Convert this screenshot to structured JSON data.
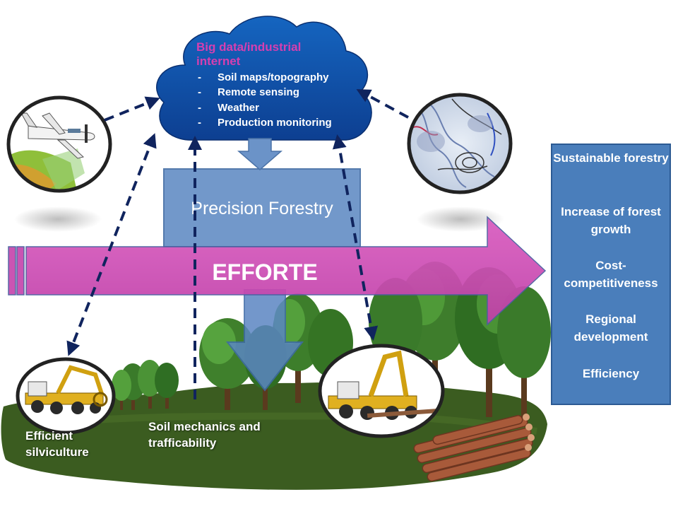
{
  "cloud": {
    "title": "Big data/industrial internet",
    "bullets": [
      "Soil maps/topography",
      "Remote sensing",
      "Weather",
      "Production monitoring"
    ],
    "bullet_marker": "-"
  },
  "center_box": {
    "label": "Precision Forestry"
  },
  "main_arrow": {
    "label": "EFFORTE"
  },
  "outcomes": [
    "Sustainable forestry",
    "Increase of forest growth",
    "Cost-competitiveness",
    "Regional development",
    "Efficiency"
  ],
  "ground_labels": {
    "silviculture": "Efficient silviculture",
    "soil": "Soil mechanics and trafficability"
  },
  "icons": [
    "airplane-icon",
    "weather-map-icon",
    "forwarder-machine-icon",
    "harvester-machine-icon",
    "log-pile-icon",
    "tree-icon"
  ],
  "colors": {
    "cloud": "#0d47a1",
    "cloud_title": "#d63fb0",
    "center_box": "#6b93c8",
    "main_arrow": "#cc4fb4",
    "outcome_panel": "#4a7ebb",
    "ground": "#3a5a1e",
    "dashed_arrow": "#10245e"
  }
}
